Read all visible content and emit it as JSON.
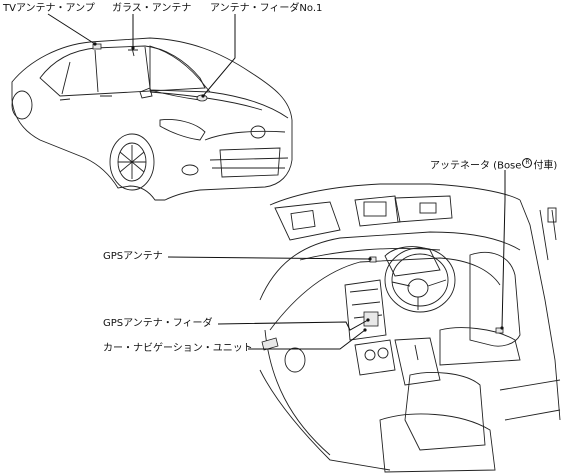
{
  "labels": {
    "tv_antenna_amp": "TVアンテナ・アンプ",
    "glass_antenna": "ガラス・アンテナ",
    "antenna_feeder_no1": "アンテナ・フィーダNo.1",
    "antenna_note_prefix": "アッテネータ (Bose",
    "antenna_note_suffix": "付車)",
    "gps_antenna": "GPSアンテナ",
    "gps_antenna_feeder": "GPSアンテナ・フィーダ",
    "car_navigation_unit": "カー・ナビゲーション・ユニット"
  },
  "registered_mark": "R"
}
